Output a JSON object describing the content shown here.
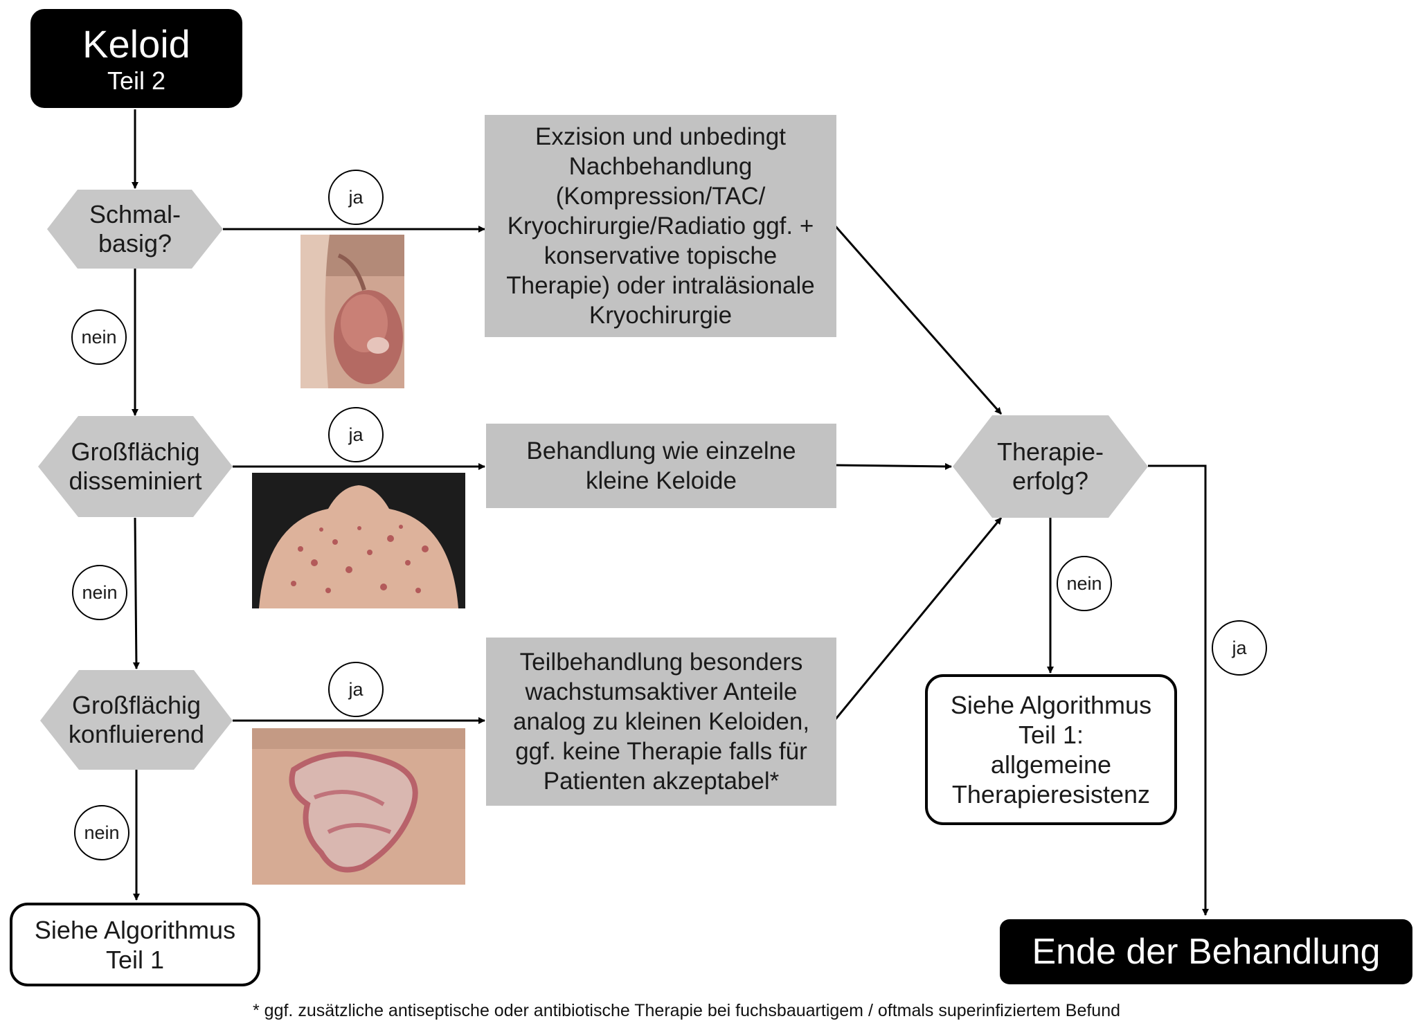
{
  "start": {
    "title": "Keloid",
    "subtitle": "Teil 2"
  },
  "decisions": {
    "schmal": "Schmal-\nbasig?",
    "disseminiert": "Großflächig\ndisseminiert",
    "konfluierend": "Großflächig\nkonfluierend",
    "therapieerfolg": "Therapie-\nerfolg?"
  },
  "treatments": {
    "excision": "Exzision und unbedingt Nachbehandlung (Kompression/TAC/ Kryochirurgie/Radiatio ggf. + konservative topische Therapie) oder intraläsionale Kryochirurgie",
    "single_small": "Behandlung wie einzelne kleine Keloide",
    "partial": "Teilbehandlung besonders wachstumsaktiver Anteile analog zu kleinen Keloiden, ggf. keine Therapie falls für Patienten akzeptabel*"
  },
  "references": {
    "part1": "Siehe Algorithmus\nTeil 1",
    "part1_resistance": "Siehe Algorithmus\nTeil 1:\nallgemeine\nTherapieresistenz"
  },
  "end": "Ende der Behandlung",
  "labels": {
    "ja_1": "ja",
    "ja_2": "ja",
    "ja_3": "ja",
    "ja_4": "ja",
    "nein_1": "nein",
    "nein_2": "nein",
    "nein_3": "nein",
    "nein_4": "nein"
  },
  "footnote": "* ggf. zusätzliche antiseptische oder antibiotische Therapie bei fuchsbauartigem / oftmals superinfiziertem Befund",
  "colors": {
    "box_gray": "#c2c2c2",
    "diamond_gray": "#c7c7c7",
    "terminal": "#000000",
    "skin": "#d9a58e"
  }
}
